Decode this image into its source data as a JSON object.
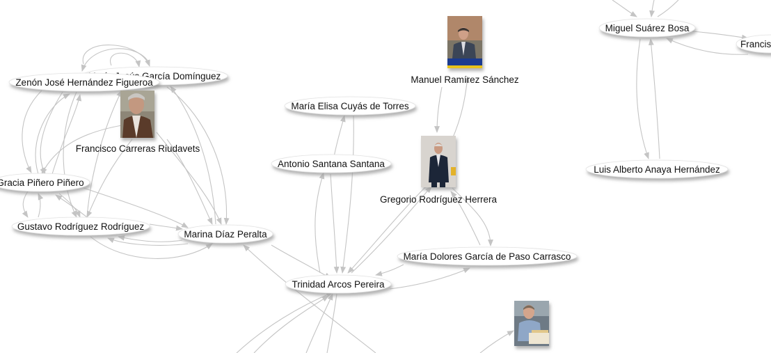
{
  "graph": {
    "ellipse_nodes": [
      {
        "id": "maria-jesus",
        "label": "María Jesús García Domínguez"
      },
      {
        "id": "zenon",
        "label": "Zenón José Hernández Figueroa"
      },
      {
        "id": "gracia",
        "label": "Gracia Piñero Piñero"
      },
      {
        "id": "gustavo",
        "label": "Gustavo Rodríguez Rodríguez"
      },
      {
        "id": "marina",
        "label": "Marina Díaz Peralta"
      },
      {
        "id": "maria-elisa",
        "label": "María Elisa Cuyás de Torres"
      },
      {
        "id": "antonio",
        "label": "Antonio Santana Santana"
      },
      {
        "id": "trinidad",
        "label": "Trinidad Arcos Pereira"
      },
      {
        "id": "maria-dolores",
        "label": "María Dolores García de Paso Carrasco"
      },
      {
        "id": "miguel",
        "label": "Miguel Suárez Bosa"
      },
      {
        "id": "francis",
        "label": "Francis"
      },
      {
        "id": "luis",
        "label": "Luis Alberto Anaya Hernández"
      }
    ],
    "photo_nodes": [
      {
        "id": "francisco",
        "label": "Francisco Carreras Riudavets",
        "photo": "man-gray-hair-brown-jacket"
      },
      {
        "id": "manuel",
        "label": "Manuel Ramírez Sánchez",
        "photo": "man-suit-at-podium"
      },
      {
        "id": "gregorio",
        "label": "Gregorio Rodríguez Herrera",
        "photo": "man-dark-suit-standing"
      },
      {
        "id": "unnamed-photo",
        "label": "",
        "photo": "man-at-desk-with-papers"
      }
    ],
    "edge_color": "#c4c4c4",
    "node_fill": "#ffffff",
    "shadow_color": "#b0b0b0"
  }
}
